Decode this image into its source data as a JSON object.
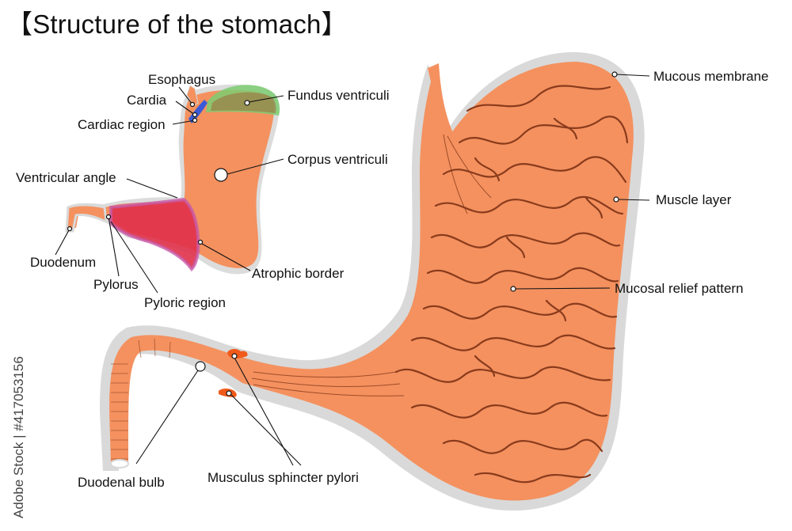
{
  "title": "【Structure of the stomach】",
  "labels": {
    "esophagus": "Esophagus",
    "cardia": "Cardia",
    "cardiac_region": "Cardiac region",
    "fundus_ventriculi": "Fundus ventriculi",
    "corpus_ventriculi": "Corpus ventriculi",
    "ventricular_angle": "Ventricular angle",
    "duodenum": "Duodenum",
    "pylorus": "Pylorus",
    "pyloric_region": "Pyloric region",
    "atrophic_border": "Atrophic border",
    "mucous_membrane": "Mucous membrane",
    "muscle_layer": "Muscle layer",
    "mucosal_relief_pattern": "Mucosal relief pattern",
    "duodenal_bulb": "Duodenal bulb",
    "musculus_sphincter_pylori": "Musculus sphincter pylori"
  },
  "watermark": "Adobe Stock | #417053156",
  "colors": {
    "tissue": "#f4915f",
    "tissue_outline": "#d9d9d9",
    "folds": "#8a3b1c",
    "fundus_green": "#7ccc72",
    "cardia_blue": "#3b5bd6",
    "pyloric_red": "#e0314a",
    "pyloric_border": "#c85aa8",
    "sphincter": "#f05a1a"
  }
}
